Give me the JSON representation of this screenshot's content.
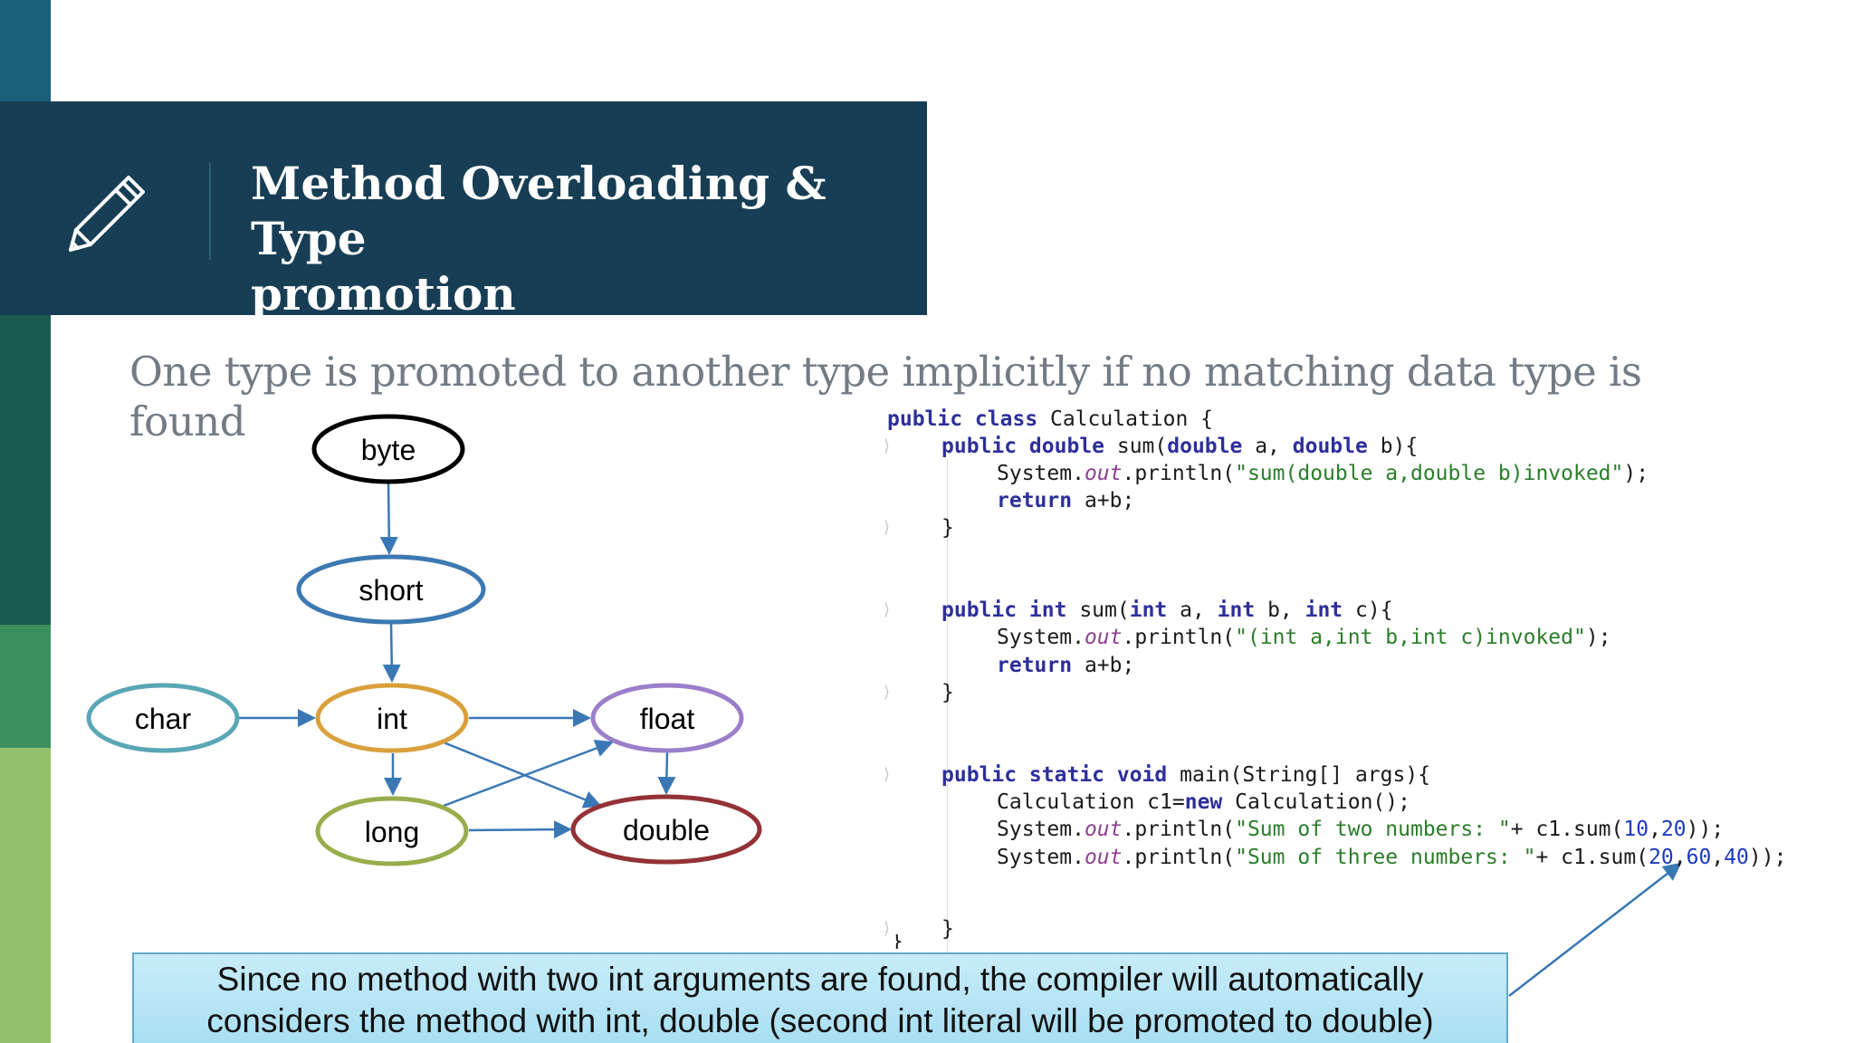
{
  "slide": {
    "title_line1": "Method Overloading & Type",
    "title_line2": "promotion",
    "subtitle_line1": "One type is promoted to another type implicitly if no matching data type is",
    "subtitle_line2": "found",
    "colors": {
      "banner": "#173e55",
      "strip_top": "#1b5e79",
      "strip_dark": "#1b5a4e",
      "strip_mid": "#3c8f5f",
      "strip_light": "#93c06a",
      "arrow": "#3a78b5"
    },
    "icon": "pencil-icon"
  },
  "diagram": {
    "nodes": {
      "byte": {
        "label": "byte",
        "color": "#000000"
      },
      "short": {
        "label": "short",
        "color": "#3d79b1"
      },
      "char": {
        "label": "char",
        "color": "#5aa7b5"
      },
      "int": {
        "label": "int",
        "color": "#d9a03c"
      },
      "float": {
        "label": "float",
        "color": "#9b7fc9"
      },
      "long": {
        "label": "long",
        "color": "#98ad4b"
      },
      "double": {
        "label": "double",
        "color": "#933236"
      }
    }
  },
  "code": {
    "l1": [
      "public class",
      " Calculation {"
    ],
    "l2": [
      "public double",
      " sum(",
      "double",
      " a, ",
      "double",
      " b){"
    ],
    "l3": [
      "System.",
      "out",
      ".println(",
      "\"sum(double a,double b)invoked\"",
      ");"
    ],
    "l4": [
      "return",
      " a+b;"
    ],
    "l5": "}",
    "l6": [
      "public int",
      " sum(",
      "int",
      " a, ",
      "int",
      " b, ",
      "int",
      " c){"
    ],
    "l7": [
      "System.",
      "out",
      ".println(",
      "\"(int a,int b,int c)invoked\"",
      ");"
    ],
    "l8": [
      "return",
      " a+b;"
    ],
    "l9": "}",
    "l10": [
      "public static void",
      " main(String[] args){"
    ],
    "l11": [
      "Calculation c1=",
      "new",
      " Calculation();"
    ],
    "l12": [
      "System.",
      "out",
      ".println(",
      "\"Sum of two numbers: \"",
      "+ c1.sum(",
      "10",
      ",",
      "20",
      "));"
    ],
    "l13": [
      "System.",
      "out",
      ".println(",
      "\"Sum of three numbers: \"",
      "+ c1.sum(",
      "20",
      ",",
      "60",
      ",",
      "40",
      "));"
    ],
    "l14": "}",
    "l15": "}"
  },
  "note": {
    "line1": "Since no method with two int arguments are found, the compiler will automatically",
    "line2": "considers the method with int, double (second int literal will be promoted to double)"
  }
}
